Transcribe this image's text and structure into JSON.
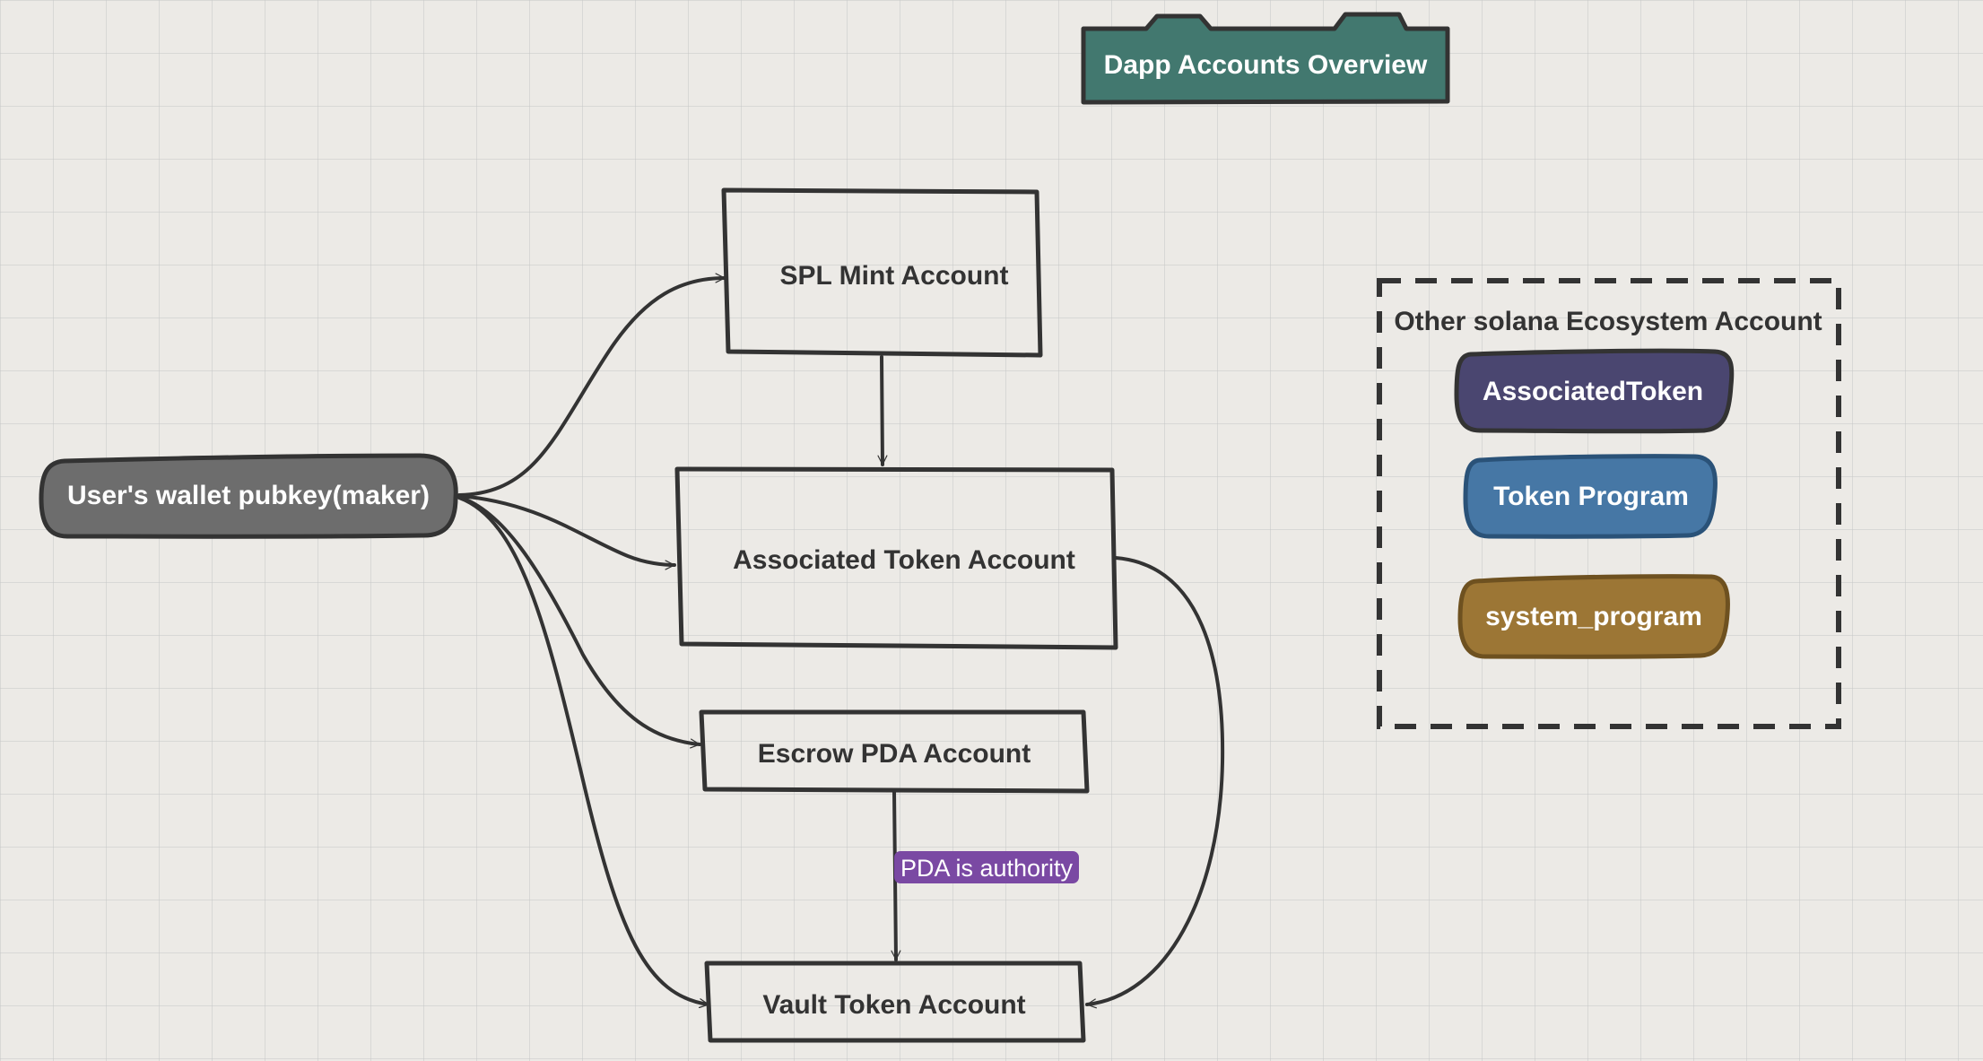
{
  "title": "Dapp Accounts Overview",
  "nodes": {
    "wallet": "User's wallet pubkey(maker)",
    "spl_mint": "SPL Mint Account",
    "associated_token": "Associated Token Account",
    "escrow_pda": "Escrow PDA Account",
    "vault_token": "Vault Token Account"
  },
  "edge_labels": {
    "pda_authority": "PDA is authority"
  },
  "ecosystem_group": {
    "label": "Other solana Ecosystem Account",
    "items": [
      {
        "label": "AssociatedToken",
        "color": "#4a4670"
      },
      {
        "label": "Token Program",
        "color": "#4677a5"
      },
      {
        "label": "system_program",
        "color": "#9c7635"
      }
    ]
  },
  "colors": {
    "title_fill": "#42786f",
    "wallet_fill": "#6d6d6d",
    "edge_label_fill": "#7a49a3",
    "stroke": "#333333"
  }
}
